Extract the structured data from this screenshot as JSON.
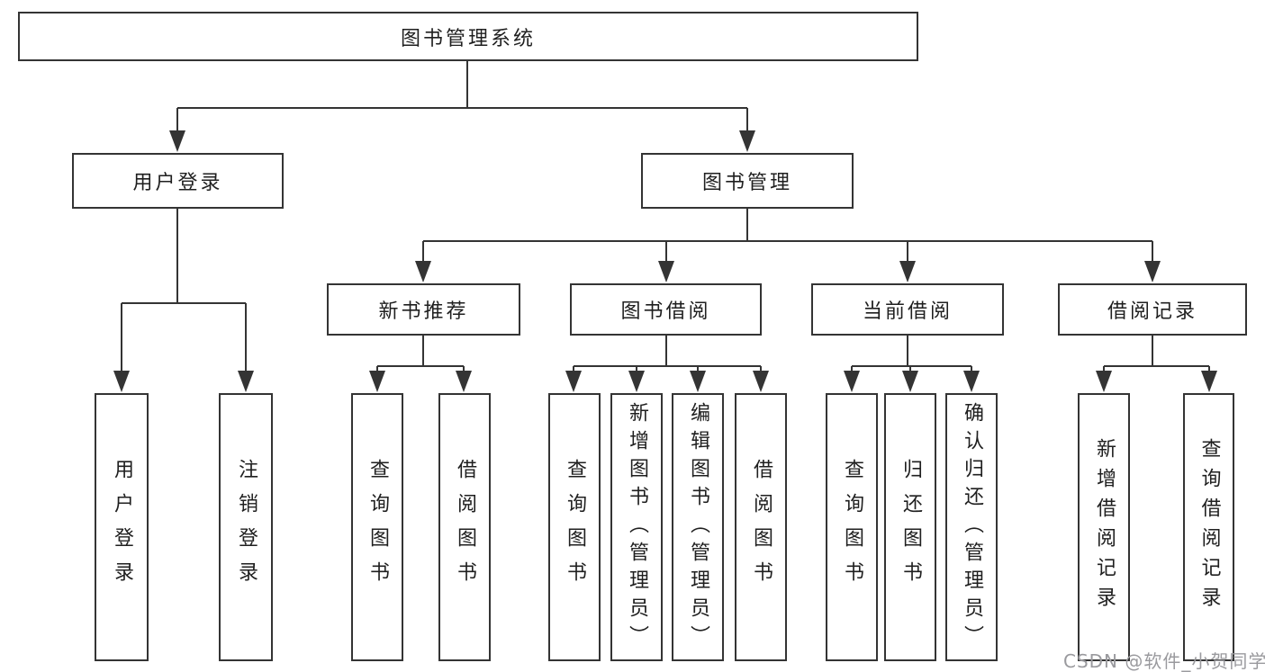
{
  "diagram": {
    "root": {
      "label": "图书管理系统"
    },
    "level2": [
      {
        "id": "user-login",
        "label": "用户登录"
      },
      {
        "id": "book-mgmt",
        "label": "图书管理"
      }
    ],
    "level3": [
      {
        "id": "new-books",
        "label": "新书推荐"
      },
      {
        "id": "book-borrow",
        "label": "图书借阅"
      },
      {
        "id": "current-borrow",
        "label": "当前借阅"
      },
      {
        "id": "borrow-records",
        "label": "借阅记录"
      }
    ],
    "leaves": [
      {
        "label": "用户登录"
      },
      {
        "label": "注销登录"
      },
      {
        "label": "查询图书"
      },
      {
        "label": "借阅图书"
      },
      {
        "label": "查询图书"
      },
      {
        "label": "新增图书（管理员）"
      },
      {
        "label": "编辑图书（管理员）"
      },
      {
        "label": "借阅图书"
      },
      {
        "label": "查询图书"
      },
      {
        "label": "归还图书"
      },
      {
        "label": "确认归还（管理员）"
      },
      {
        "label": "新增借阅记录"
      },
      {
        "label": "查询借阅记录"
      }
    ]
  },
  "watermark": {
    "text": "CSDN @软件_小贺同学"
  },
  "colors": {
    "line": "#343434",
    "text": "#1f1f1f",
    "background": "#ffffff",
    "watermark": "#9a9a9e"
  }
}
